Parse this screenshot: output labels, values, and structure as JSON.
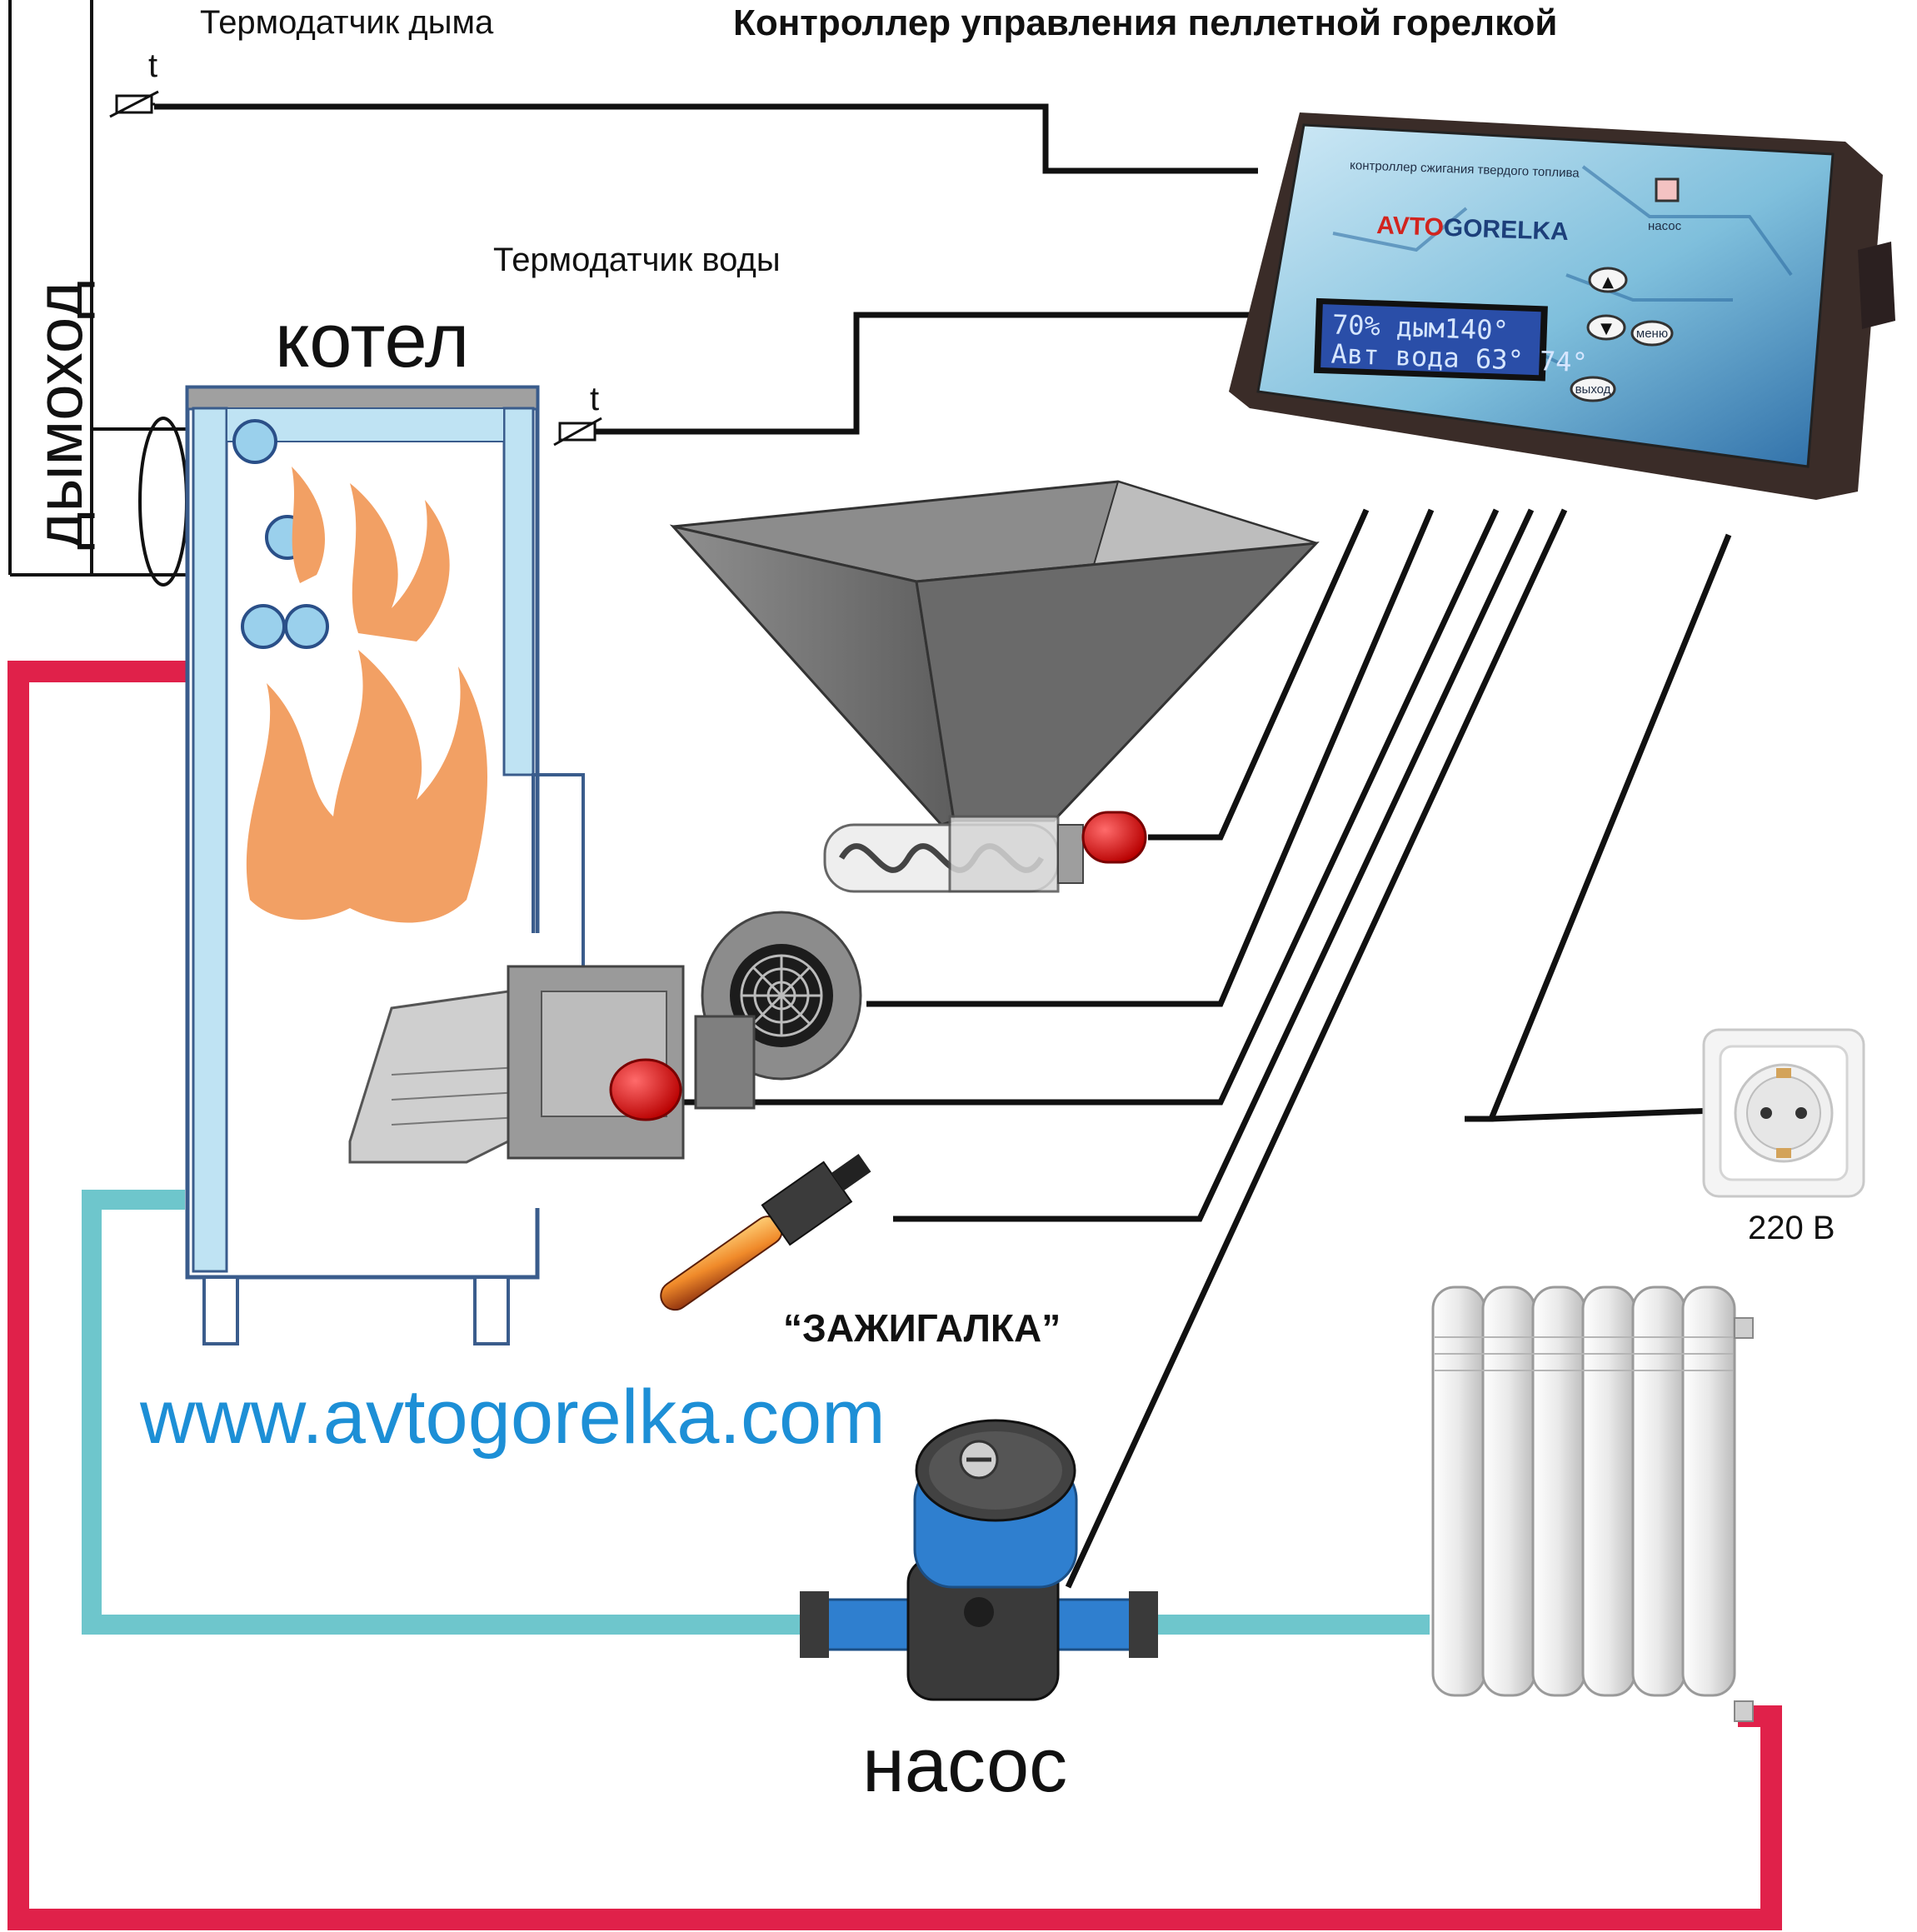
{
  "title": "Контроллер управления пеллетной горелкой",
  "labels": {
    "smoke_sensor": "Термодатчик дыма",
    "water_sensor": "Термодатчик воды",
    "chimney": "дымоход",
    "boiler": "котел",
    "sensor_symbol": "t",
    "igniter": "“ЗАЖИГАЛКА”",
    "pump": "насос",
    "socket_voltage": "220 В",
    "website": "www.avtogorelka.com"
  },
  "controller": {
    "subtitle": "контроллер сжигания твердого топлива",
    "brand_a": "AVTO",
    "brand_b": "GORELKA",
    "pump_indicator": "насос",
    "lcd_line1": "70% дым140°",
    "lcd_line2": "Авт вода 63° 74°",
    "menu_button": "меню",
    "exit_button": "выход"
  },
  "colors": {
    "hot_pipe": "#e0214a",
    "return_pipe": "#6ec6cc",
    "wire": "#111111",
    "flame": "#f2a064",
    "water_jacket": "#bfe3f3",
    "controller_panel": "#7fbfdc",
    "lcd": "#2a4ea8",
    "url": "#1d8fd6",
    "motor": "#e01c1c",
    "pump_body": "#2f7fcf"
  }
}
